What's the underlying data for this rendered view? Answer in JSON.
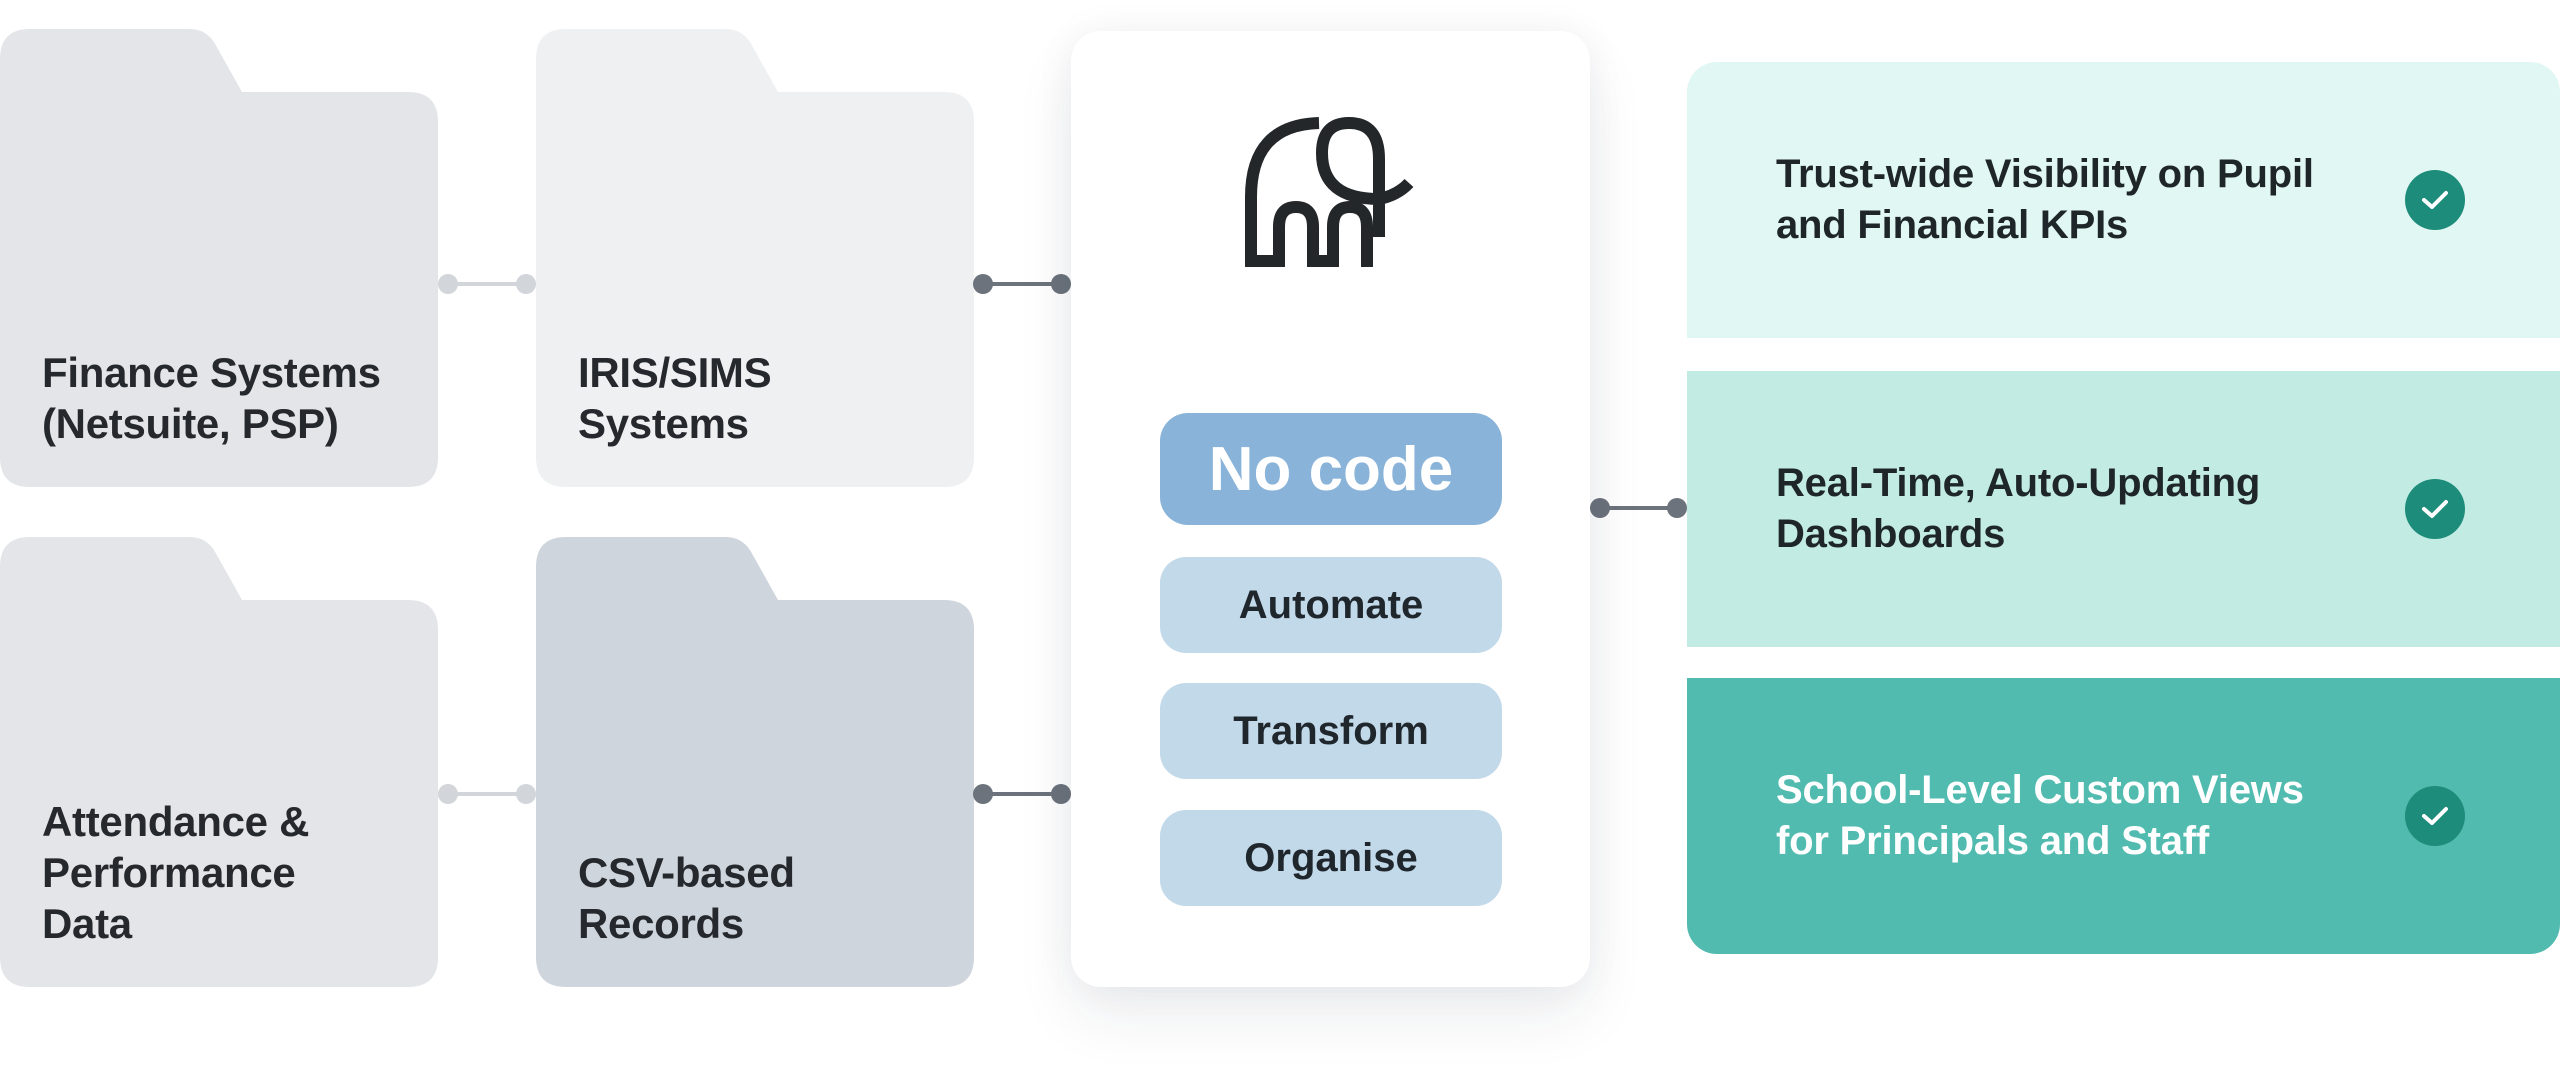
{
  "sources": [
    {
      "label": "Finance Systems\n(Netsuite, PSP)",
      "color": "#e3e5e8"
    },
    {
      "label": "IRIS/SIMS\nSystems",
      "color": "#eef0f2"
    },
    {
      "label": "Attendance &\nPerformance\nData",
      "color": "#e3e5e8"
    },
    {
      "label": "CSV-based\nRecords",
      "color": "#cfd5dc"
    }
  ],
  "platform": {
    "logo_icon": "elephant-icon",
    "primary_label": "No code",
    "capabilities": [
      "Automate",
      "Transform",
      "Organise"
    ]
  },
  "outcomes": [
    {
      "label": "Trust-wide Visibility on Pupil\nand Financial KPIs",
      "icon": "check-circle-icon"
    },
    {
      "label": "Real-Time, Auto-Updating\nDashboards",
      "icon": "check-circle-icon"
    },
    {
      "label": "School-Level Custom Views\nfor Principals and Staff",
      "icon": "check-circle-icon"
    }
  ],
  "colors": {
    "connector_light": "#d2d6db",
    "connector_dark": "#6c737c",
    "primary_pill": "#89b3d8",
    "secondary_pill": "#c2d9ea",
    "outcome_1": "#e0f7f3",
    "outcome_2": "#c2ebe4",
    "outcome_3": "#52bbb0",
    "check": "#1e8c7a"
  }
}
